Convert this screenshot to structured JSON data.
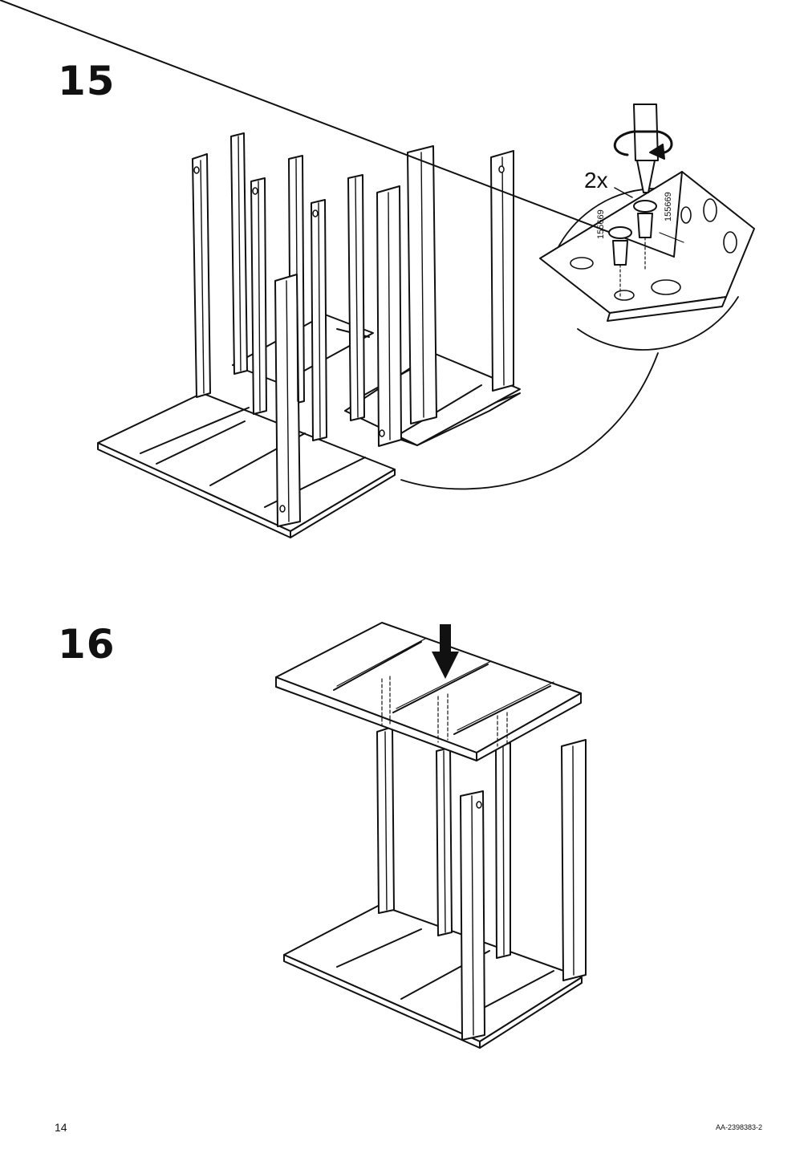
{
  "page": {
    "page_number": "14",
    "document_id": "AA-2398383-2"
  },
  "steps": [
    {
      "number": "15",
      "detail": {
        "quantity": "2x",
        "part_numbers": [
          "155669",
          "155669"
        ]
      }
    },
    {
      "number": "16"
    }
  ],
  "icons": {
    "step15_illustration": "frame-legs-on-base-illustration",
    "step15_detail": "screw-bracket-detail-icon",
    "step16_illustration": "top-panel-placement-illustration",
    "rotation": "clockwise-rotation-icon",
    "arrow": "down-arrow-icon"
  }
}
